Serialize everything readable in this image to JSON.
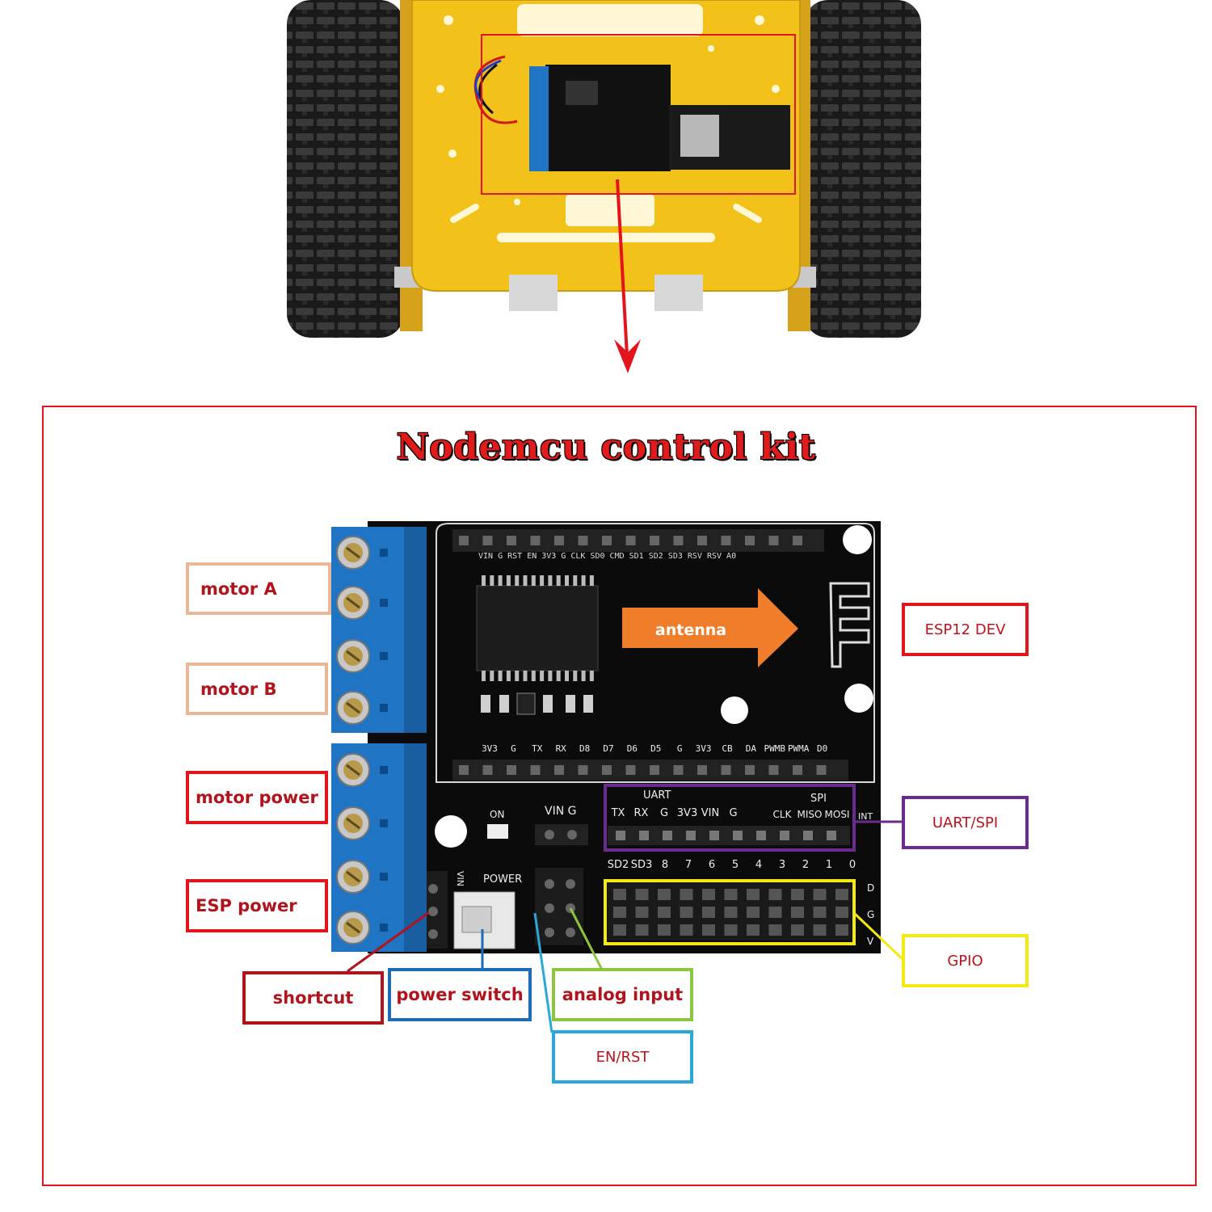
{
  "title": "Nodemcu control kit",
  "colors": {
    "frame_red": "#e3141c",
    "dark_red": "#b0141c",
    "tan": "#e8b898",
    "purple": "#6b2a90",
    "yellow": "#f2ea10",
    "blue": "#1f6cb6",
    "cyan": "#2aa8d8",
    "green": "#8cc63f",
    "orange": "#f07d2a",
    "chassis_yellow": "#f2c21a",
    "terminal_blue": "#1f74c4"
  },
  "labels": {
    "motor_a": "motor A",
    "motor_b": "motor B",
    "motor_power": "motor power",
    "esp_power": "ESP power",
    "shortcut": "shortcut",
    "power_switch": "power switch",
    "analog_input": "analog input",
    "en_rst": "EN/RST",
    "esp12_dev": "ESP12 DEV",
    "uart_spi": "UART/SPI",
    "gpio": "GPIO",
    "antenna": "antenna"
  },
  "board": {
    "top_pins": "VIN G RST EN 3V3 G CLK SD0 CMD SD1 SD2 SD3 RSV RSV A0",
    "bottom_row": [
      "3V3",
      "G",
      "TX",
      "RX",
      "D8",
      "D7",
      "D6",
      "D5",
      "G",
      "3V3",
      "CB",
      "DA",
      "PWMB",
      "PWMA",
      "D0"
    ],
    "uart_title": "UART",
    "spi_title": "SPI",
    "uart_pins": [
      "TX",
      "RX",
      "G",
      "3V3",
      "VIN",
      "G"
    ],
    "spi_pins": [
      "CLK",
      "MISO",
      "MOSI"
    ],
    "on_label": "ON",
    "vin_g_label": "VIN G",
    "power_label": "POWER",
    "gpio_numbers": [
      "SD2",
      "SD3",
      "8",
      "7",
      "6",
      "5",
      "4",
      "3",
      "2",
      "1",
      "0"
    ],
    "side_letters": [
      "D",
      "G",
      "V"
    ],
    "int_label": "INT",
    "vin_side": "VIN"
  }
}
